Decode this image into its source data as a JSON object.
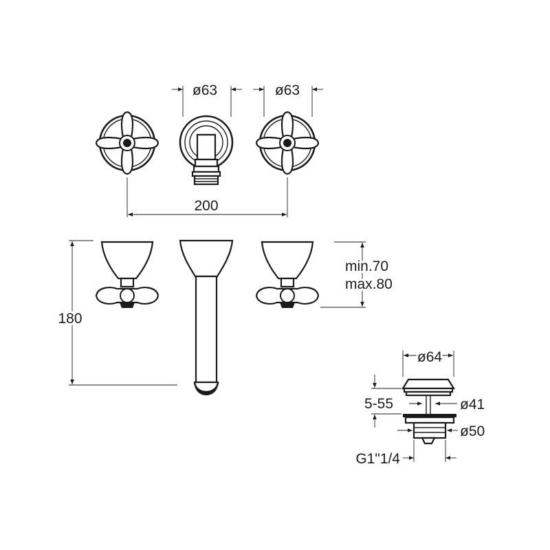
{
  "dimensions": {
    "handle_diameter_1": "ø63",
    "handle_diameter_2": "ø63",
    "centre_distance": "200",
    "height": "180",
    "projection_min": "min.70",
    "projection_max": "max.80",
    "waste_head_diameter": "ø64",
    "waste_thickness_range": "5-55",
    "waste_stem_diameter": "ø41",
    "waste_flange_diameter": "ø50",
    "waste_thread": "G1\"1/4"
  },
  "colors": {
    "line": "#1a1a1a",
    "background": "#ffffff"
  }
}
